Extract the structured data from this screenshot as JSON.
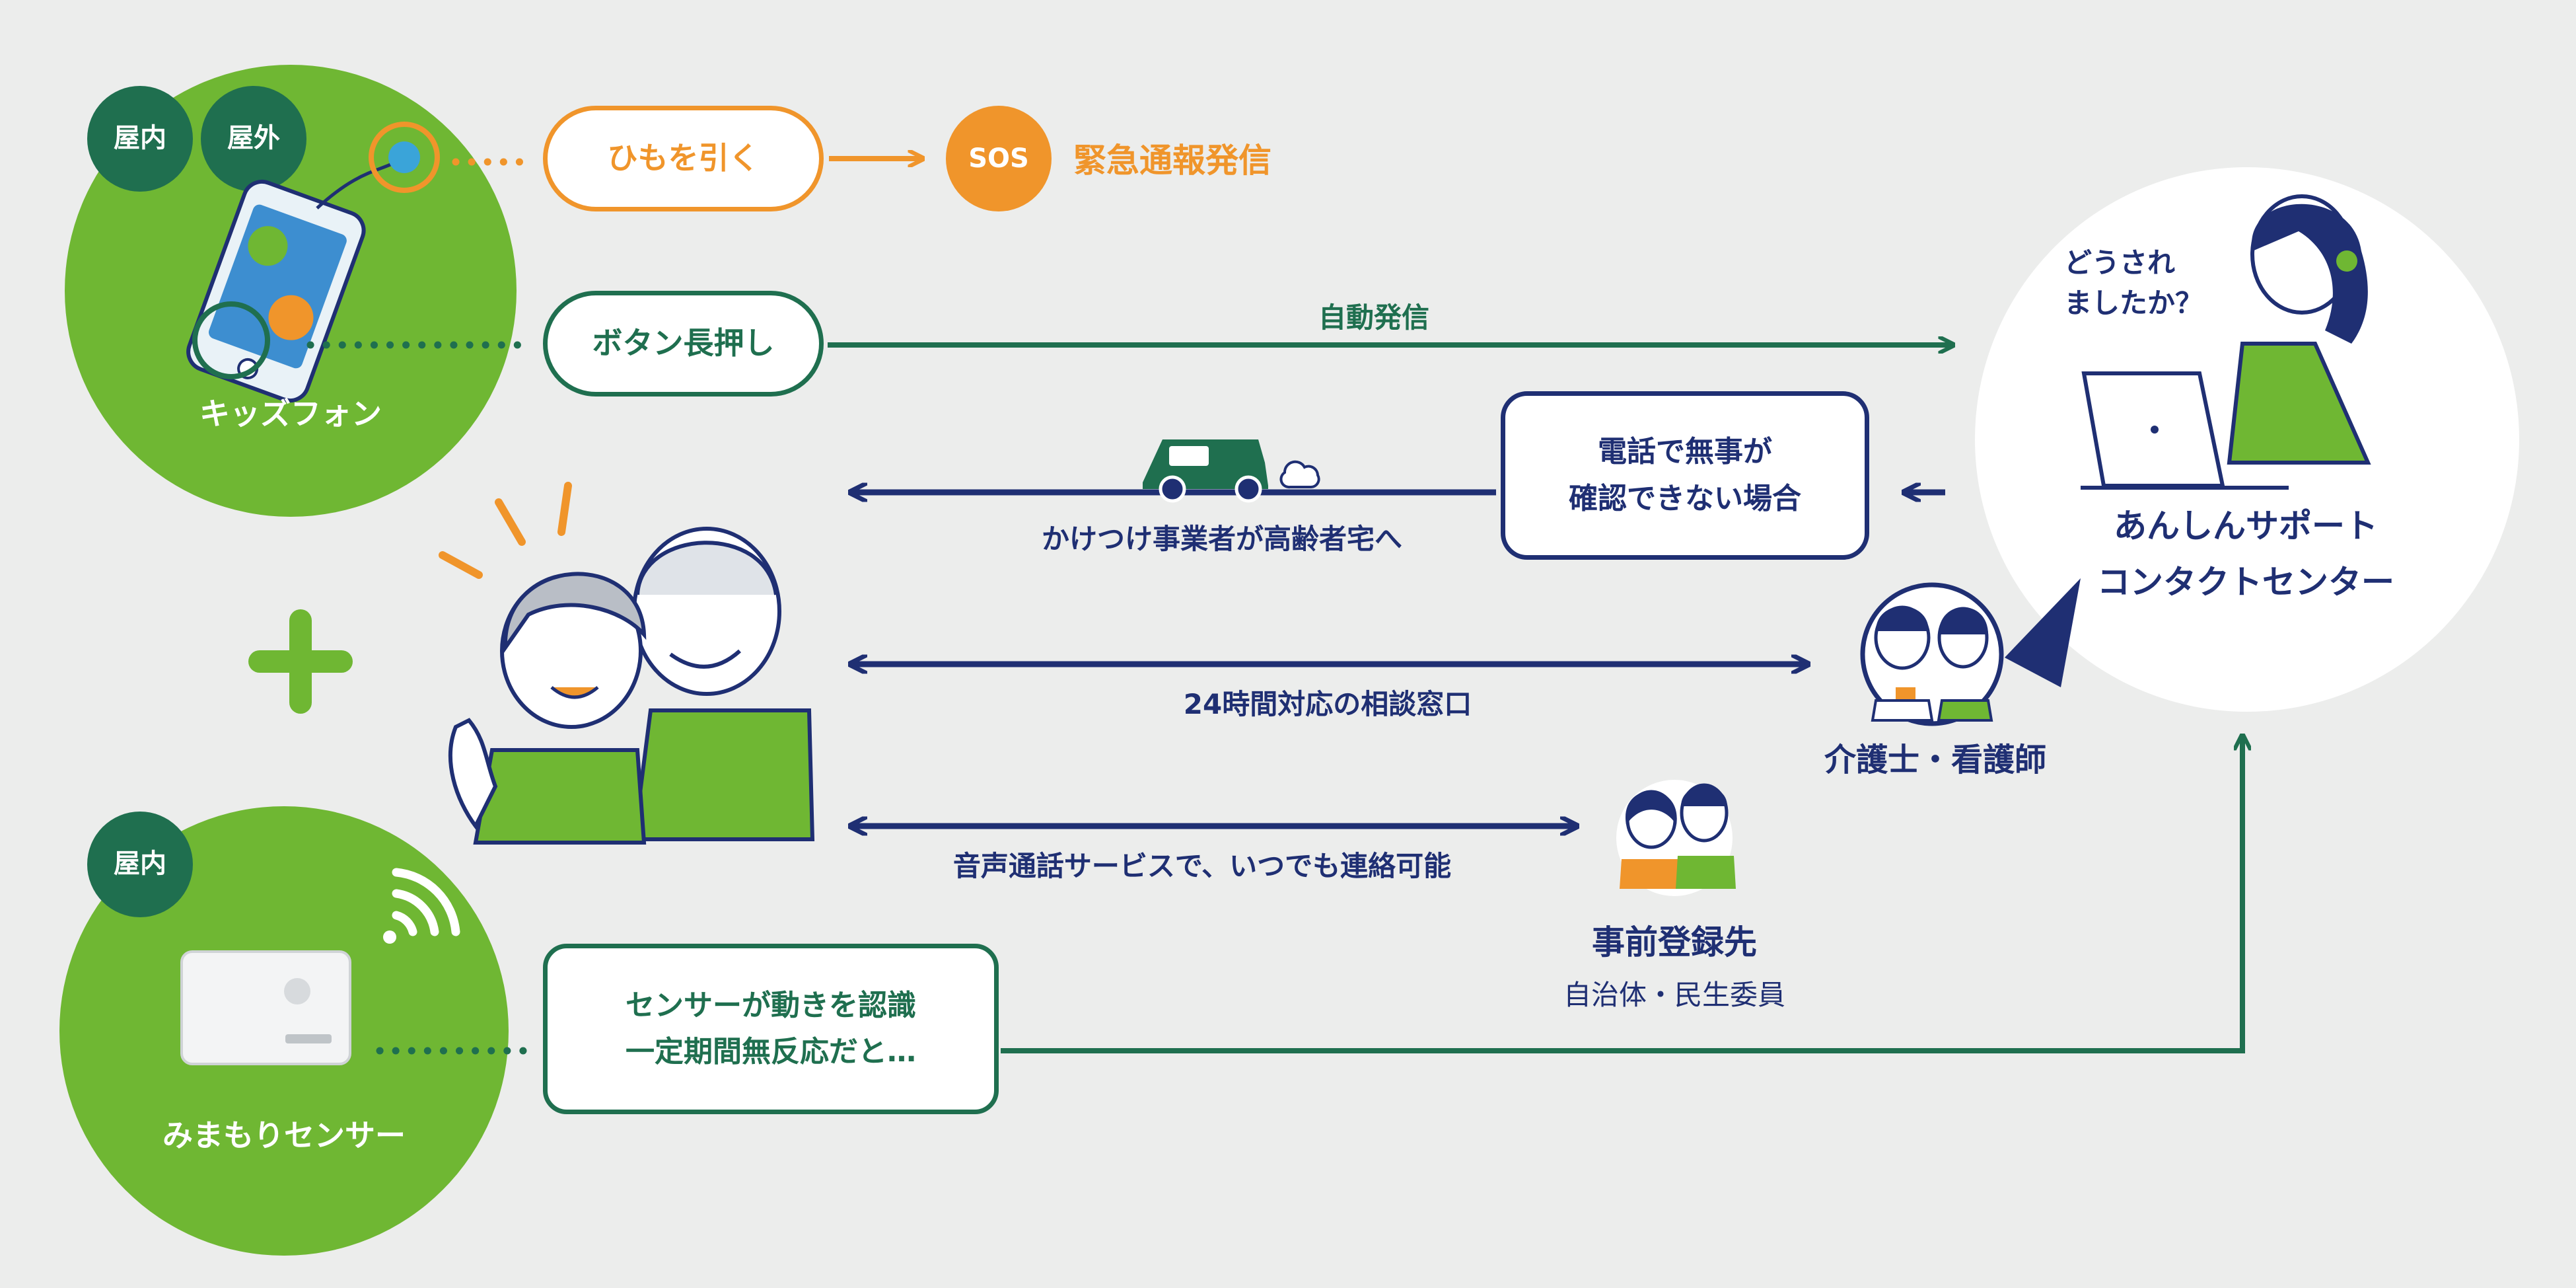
{
  "colors": {
    "background": "#ecedec",
    "device_green": "#6fb733",
    "dark_green": "#1f6f4f",
    "navy": "#1f2f73",
    "orange": "#f0952b"
  },
  "kids_phone": {
    "badge_indoor": "屋内",
    "badge_outdoor": "屋外",
    "label": "キッズフォン"
  },
  "sensor": {
    "badge_indoor": "屋内",
    "label": "みまもりセンサー"
  },
  "sos_flow": {
    "action_label": "ひもを引く",
    "sos_badge": "SOS",
    "result_label": "緊急通報発信"
  },
  "button_flow": {
    "action_label": "ボタン長押し",
    "arrow_label": "自動発信"
  },
  "fallback": {
    "box_line1": "電話で無事が",
    "box_line2": "確認できない場合",
    "arrow_label": "かけつけ事業者が高齢者宅へ"
  },
  "consult": {
    "arrow_label": "24時間対応の相談窓口",
    "staff_label": "介護士・看護師"
  },
  "voice": {
    "arrow_label": "音声通話サービスで、いつでも連絡可能",
    "contact_title": "事前登録先",
    "contact_subtitle": "自治体・民生委員"
  },
  "sensor_flow": {
    "box_line1": "センサーが動きを認識",
    "box_line2": "一定期間無反応だと…"
  },
  "contact_center": {
    "speech": [
      "どうされ",
      "ましたか？"
    ],
    "name_line1": "あんしんサポート",
    "name_line2": "コンタクトセンター"
  },
  "plus_icon": "plus-icon"
}
